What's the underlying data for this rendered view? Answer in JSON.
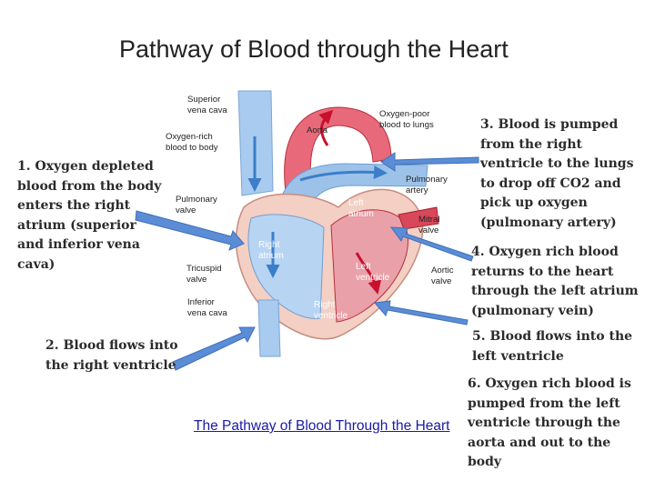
{
  "title": "Pathway of Blood through the Heart",
  "steps": [
    "1. Oxygen depleted blood from the body enters the right atrium (superior and inferior vena cava)",
    "2. Blood flows into the right ventricle",
    "3. Blood is pumped from the right ventricle to the lungs to drop off CO2 and pick up oxygen (pulmonary artery)",
    "4. Oxygen rich blood returns to the heart through the left atrium (pulmonary vein)",
    "5. Blood flows into the left ventricle",
    "6. Oxygen rich blood is pumped from the left ventricle through the aorta and out to the body"
  ],
  "caption_link": "The Pathway of Blood Through the Heart",
  "diagram_labels": {
    "superior_vena_cava": [
      "Superior",
      "vena cava"
    ],
    "aorta": "Aorta",
    "oxygen_poor": [
      "Oxygen-poor",
      "blood to lungs"
    ],
    "oxygen_rich": [
      "Oxygen-rich",
      "blood to body"
    ],
    "pulmonary_artery": [
      "Pulmonary",
      "artery"
    ],
    "pulmonary_valve": [
      "Pulmonary",
      "valve"
    ],
    "left_atrium": [
      "Left",
      "atrium"
    ],
    "mitral_valve": [
      "Mitral",
      "valve"
    ],
    "right_atrium": [
      "Right",
      "atrium"
    ],
    "left_ventricle": [
      "Left",
      "ventricle"
    ],
    "aortic_valve": [
      "Aortic",
      "valve"
    ],
    "tricuspid_valve": [
      "Tricuspid",
      "valve"
    ],
    "inferior_vena_cava": [
      "Inferior",
      "vena cava"
    ],
    "right_ventricle": [
      "Right",
      "ventricle"
    ]
  },
  "colors": {
    "oxygen_poor_blue": "#9fc3e8",
    "oxygen_rich_red": "#c8102e",
    "heart_tissue": "#f3cfc4",
    "pointer_arrow": "#5b8dd6"
  }
}
